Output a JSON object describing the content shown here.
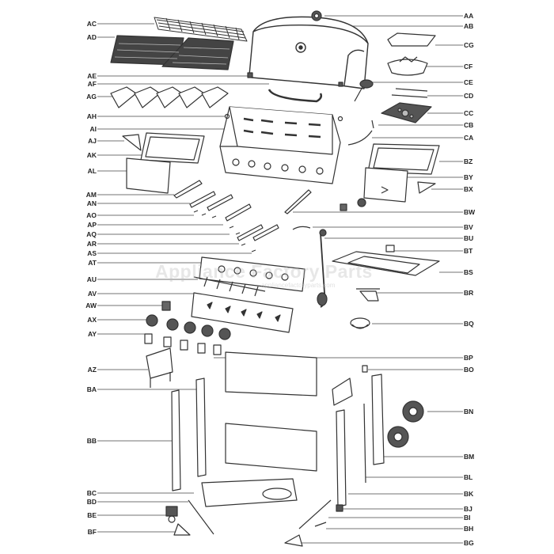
{
  "labels_left": [
    "AC",
    "AD",
    "AE",
    "AF",
    "AG",
    "AH",
    "AI",
    "AJ",
    "AK",
    "AL",
    "AM",
    "AN",
    "AO",
    "AP",
    "AQ",
    "AR",
    "AS",
    "AT",
    "AU",
    "AV",
    "AW",
    "AX",
    "AY",
    "AZ",
    "BA",
    "BB",
    "BC",
    "BD",
    "BE",
    "BF"
  ],
  "labels_right": [
    "AA",
    "AB",
    "CG",
    "CF",
    "CE",
    "CD",
    "CC",
    "CB",
    "CA",
    "BZ",
    "BY",
    "BX",
    "BW",
    "BV",
    "BU",
    "BT",
    "BS",
    "BR",
    "BQ",
    "BP",
    "BO",
    "BN",
    "BM",
    "BL",
    "BK",
    "BJ",
    "BI",
    "BH",
    "BG"
  ],
  "watermark": "Appliance Factory Parts",
  "watermark_sub": "appliancefactoryparts.com",
  "colors": {
    "ink": "#222222",
    "line": "#333333",
    "watermark": "#bbbbbb",
    "fill_dark": "#444444",
    "fill_light": "#eeeeee"
  }
}
